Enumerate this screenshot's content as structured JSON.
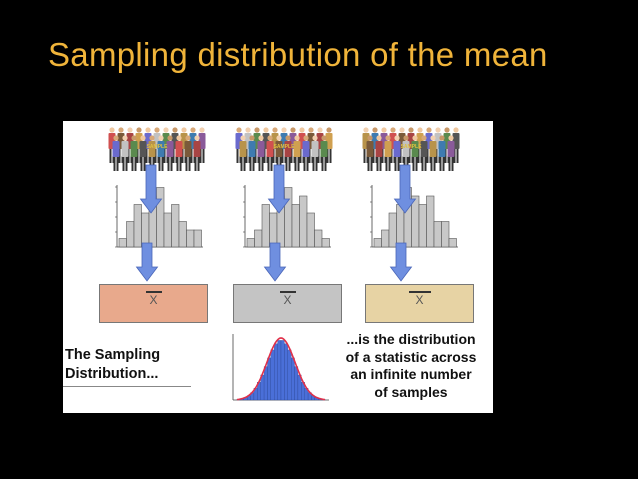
{
  "slide": {
    "title": "Sampling distribution of the mean"
  },
  "diagram": {
    "sample_label": "SAMPLE",
    "mean_symbol": "X",
    "mean_boxes": [
      {
        "id": "box-1",
        "color": "#e8a98c"
      },
      {
        "id": "box-2",
        "color": "#c4c4c4"
      },
      {
        "id": "box-3",
        "color": "#e7d3a4"
      }
    ],
    "left_caption_lines": [
      "The Sampling",
      "Distribution..."
    ],
    "right_caption_lines": [
      "...is the distribution",
      "of a statistic across",
      "an infinite number",
      "of samples"
    ],
    "colors": {
      "arrow": "#6f8fe0",
      "hist_bar": "#c8c8c8",
      "samp_bar": "#4a6fd8",
      "curve": "#e0304a",
      "title": "#f0b43a"
    }
  }
}
